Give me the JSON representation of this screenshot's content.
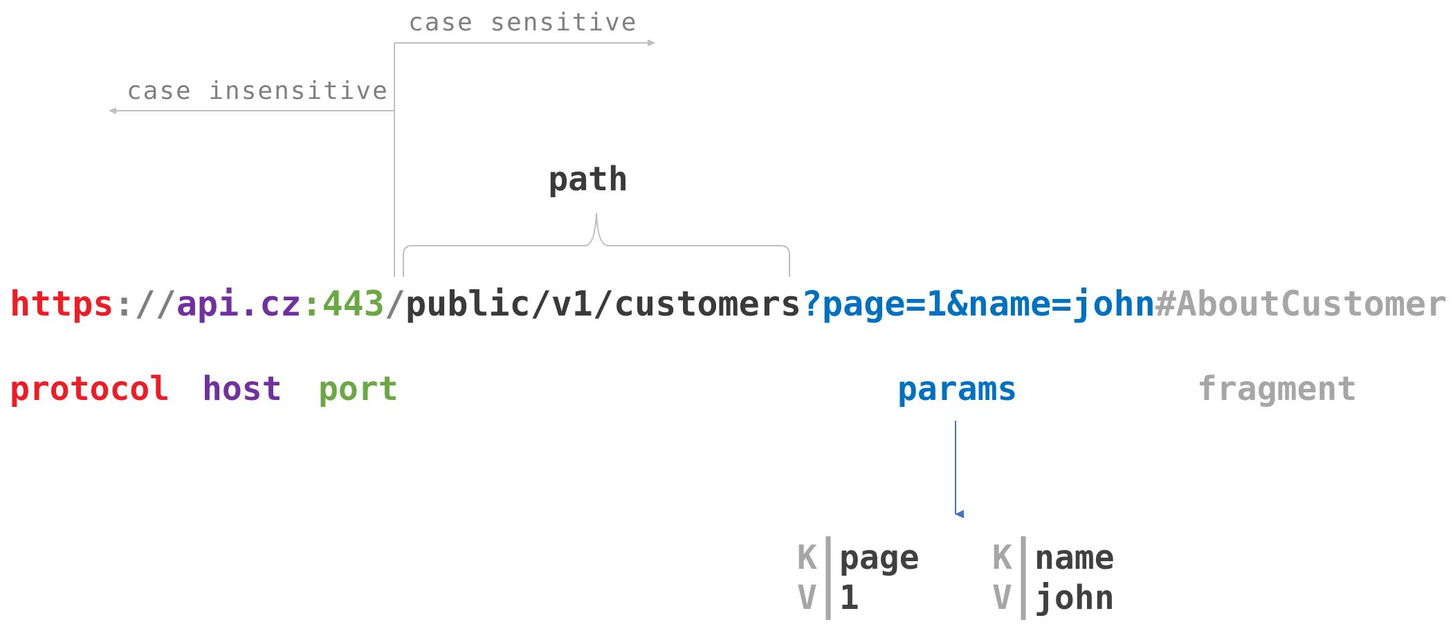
{
  "colors": {
    "protocol": "#ee1c25",
    "host": "#7030a0",
    "port": "#6aa843",
    "path": "#3a3a3a",
    "params": "#0070c0",
    "fragment": "#a6a6a6",
    "separator": "#7f7f7f",
    "annotation": "#808080",
    "leader_line": "#bfbfbf",
    "params_arrow": "#4472c4",
    "kv_key": "#a6a6a6",
    "kv_value": "#404040"
  },
  "annotations": {
    "case_sensitive": "case sensitive",
    "case_insensitive": "case insensitive"
  },
  "url": {
    "protocol": "https",
    "scheme_separator": "://",
    "host": "api.cz",
    "port_colon": ":",
    "port": "443",
    "path_slash": "/",
    "path": "public/v1/customers",
    "query_start": "?",
    "query": "page=1&name=john",
    "fragment": "#AboutCustomer"
  },
  "labels": {
    "path": "path",
    "protocol": "protocol",
    "host": "host",
    "port": "port",
    "params": "params",
    "fragment": "fragment"
  },
  "params_breakdown": [
    {
      "key_marker": "K",
      "value_marker": "V",
      "key": "page",
      "value": "1"
    },
    {
      "key_marker": "K",
      "value_marker": "V",
      "key": "name",
      "value": "john"
    }
  ]
}
